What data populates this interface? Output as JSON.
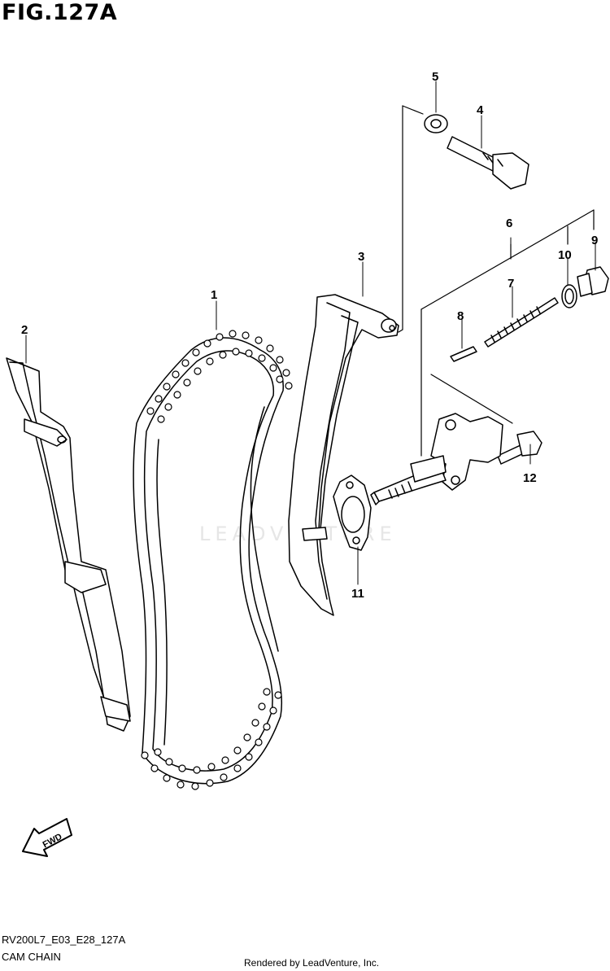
{
  "figure": {
    "title": "FIG.127A"
  },
  "callouts": [
    {
      "id": "1",
      "label": "1"
    },
    {
      "id": "2",
      "label": "2"
    },
    {
      "id": "3",
      "label": "3"
    },
    {
      "id": "4",
      "label": "4"
    },
    {
      "id": "5",
      "label": "5"
    },
    {
      "id": "6",
      "label": "6"
    },
    {
      "id": "7",
      "label": "7"
    },
    {
      "id": "8",
      "label": "8"
    },
    {
      "id": "9",
      "label": "9"
    },
    {
      "id": "10",
      "label": "10"
    },
    {
      "id": "11",
      "label": "11"
    },
    {
      "id": "12",
      "label": "12"
    }
  ],
  "direction_badge": {
    "label": "FWD"
  },
  "watermark": {
    "text": "LEADVENTURE"
  },
  "footer": {
    "code": "RV200L7_E03_E28_127A",
    "name": "CAM CHAIN",
    "rendered_by": "Rendered by LeadVenture, Inc."
  }
}
